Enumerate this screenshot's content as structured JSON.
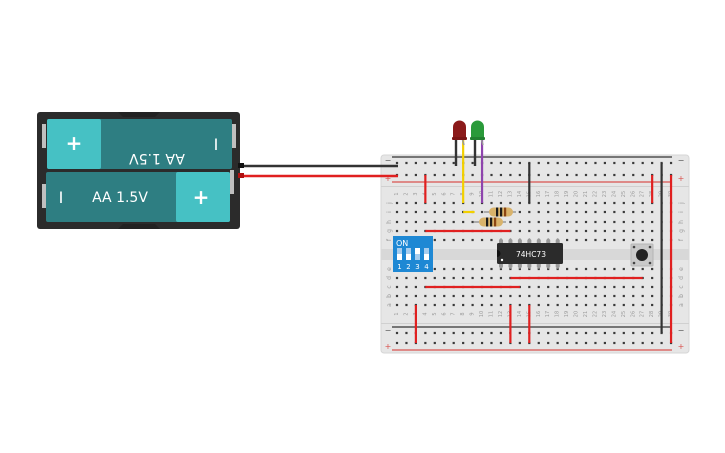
{
  "workspace": {
    "background": "#ffffff"
  },
  "battery_pack": {
    "name": "2x AA battery holder",
    "cells": [
      {
        "label": "AA 1.5V",
        "orientation": "flipped",
        "positive_symbol": "+",
        "negative_symbol": "I"
      },
      {
        "label": "AA 1.5V",
        "orientation": "normal",
        "positive_symbol": "+",
        "negative_symbol": "I"
      }
    ],
    "colors": {
      "holder": "#2b2b2b",
      "cell_body": "#2e7e82",
      "cell_cap": "#46c1c4",
      "contact": "#bfbfbf"
    },
    "leads": [
      {
        "name": "negative",
        "color": "#333333"
      },
      {
        "name": "positive",
        "color": "#e02020"
      }
    ]
  },
  "breadboard": {
    "columns": 30,
    "row_labels_top": [
      "j",
      "i",
      "h",
      "g",
      "f"
    ],
    "row_labels_bottom": [
      "e",
      "d",
      "c",
      "b",
      "a"
    ],
    "rail_labels": {
      "minus": "−",
      "plus": "+"
    },
    "colors": {
      "body": "#e4e4e4",
      "hole": "#3a3a3a",
      "rail_red": "#d9534f",
      "rail_black": "#333333",
      "label": "#9a9a9a"
    }
  },
  "components": {
    "ic": {
      "label": "74HC73",
      "color": "#2b2b2b",
      "text_color": "#ffffff"
    },
    "dip_switch": {
      "on_label": "ON",
      "positions": [
        "1",
        "2",
        "3",
        "4"
      ],
      "states": [
        "off",
        "off",
        "on",
        "off"
      ],
      "color": "#1e88d4"
    },
    "leds": [
      {
        "name": "red-led",
        "color": "#8b1a1a"
      },
      {
        "name": "green-led",
        "color": "#2a9a3a"
      }
    ],
    "resistors": [
      {
        "name": "resistor-1",
        "bands": [
          "#1a1a1a",
          "#1a1a1a",
          "#8b4513"
        ]
      },
      {
        "name": "resistor-2",
        "bands": [
          "#1a1a1a",
          "#1a1a1a",
          "#8b4513"
        ]
      }
    ],
    "pushbutton": {
      "name": "pushbutton"
    }
  },
  "wire_colors": {
    "red": "#e02020",
    "black": "#333333",
    "yellow": "#f2d000",
    "purple": "#8e44ad"
  }
}
